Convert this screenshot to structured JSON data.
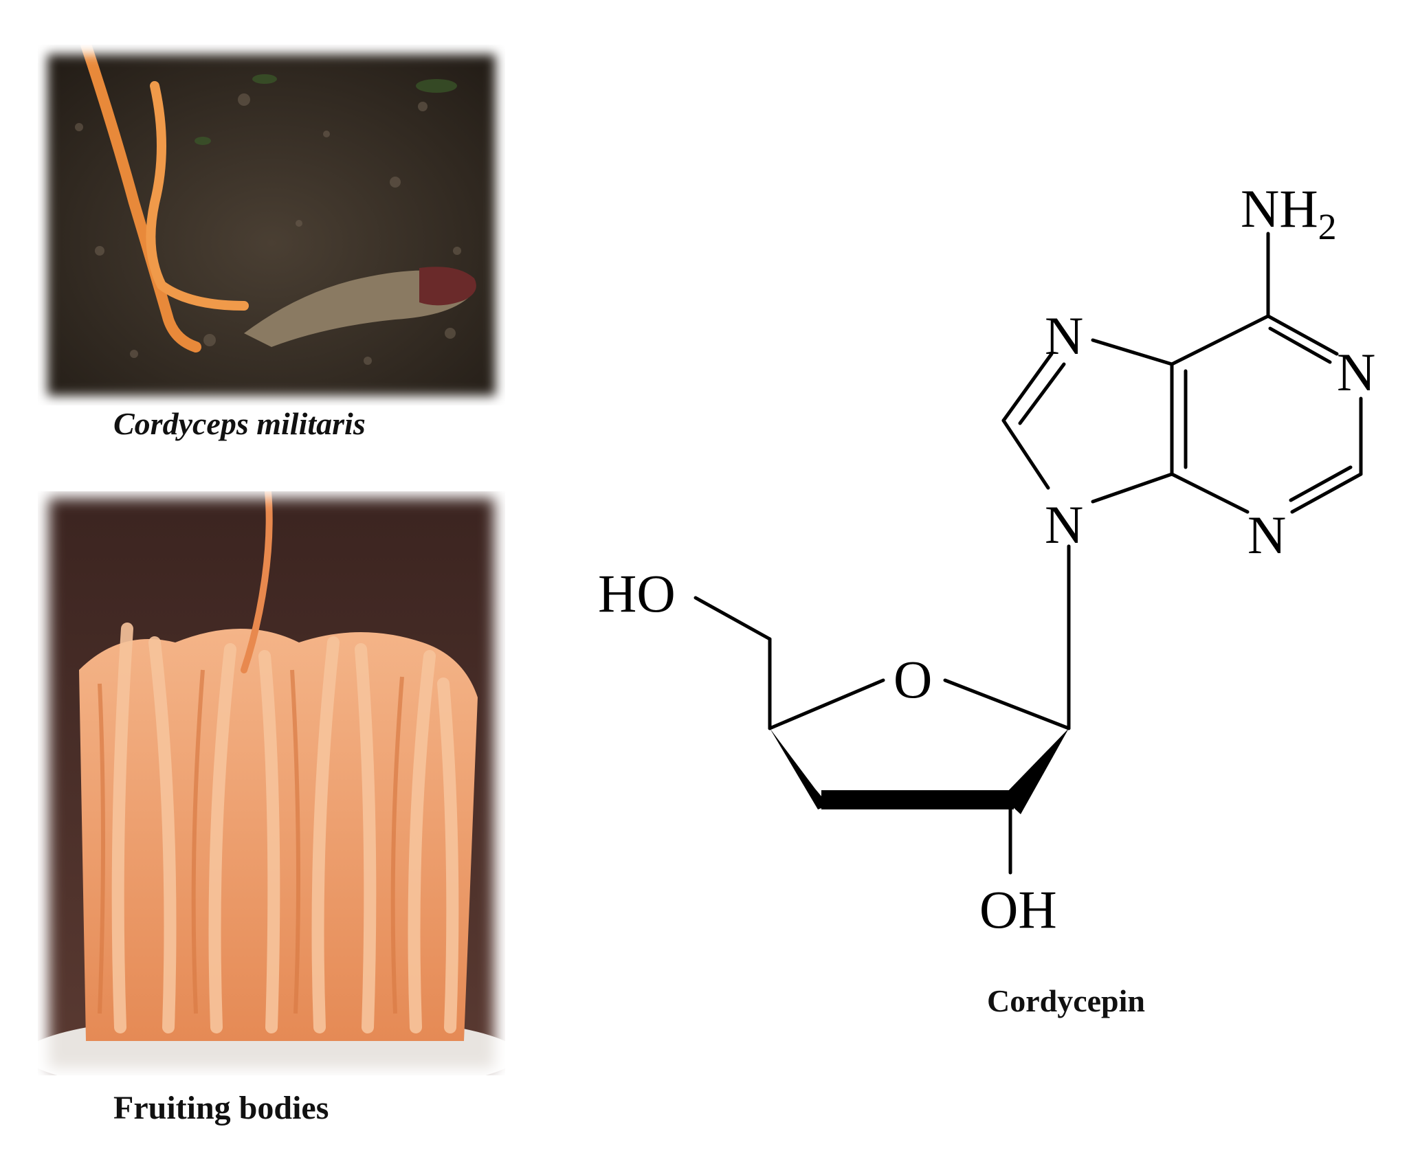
{
  "captions": {
    "cordyceps_militaris": "Cordyceps militaris",
    "fruiting_bodies": "Fruiting bodies",
    "cordycepin": "Cordycepin"
  },
  "molecule": {
    "atoms": {
      "nh2": "NH",
      "nh2_sub": "2",
      "n_top_left": "N",
      "n_right": "N",
      "n_bottom_left": "N",
      "n_bottom_right": "N",
      "ring_o": "O",
      "ho": "HO",
      "oh": "OH"
    }
  }
}
